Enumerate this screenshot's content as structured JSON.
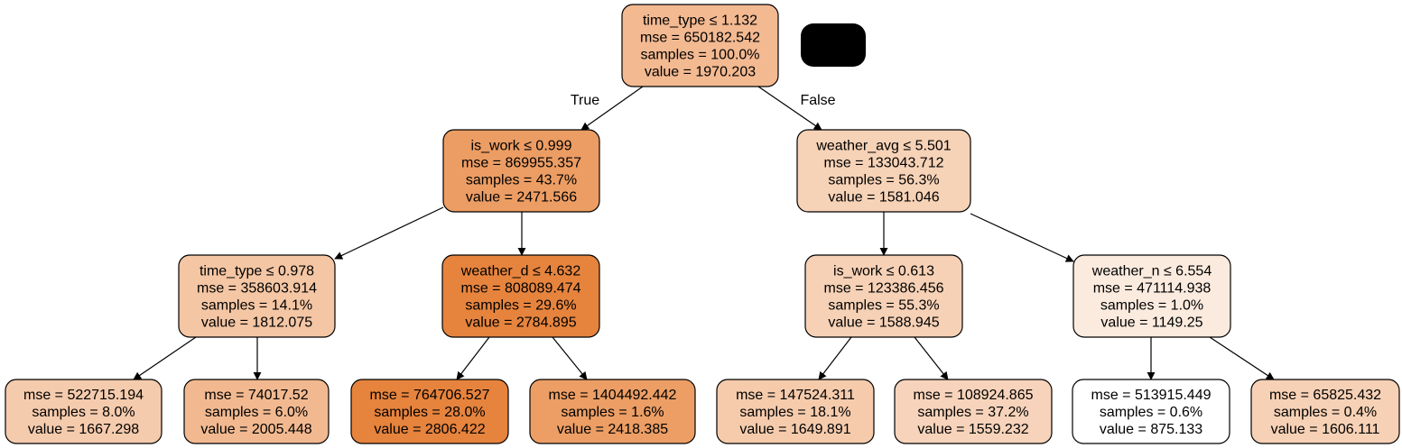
{
  "diagram": {
    "type": "decision-tree",
    "edge_labels": {
      "true_label": "True",
      "false_label": "False"
    },
    "nodes": [
      {
        "id": "n0",
        "fill": "#f3b991",
        "lines": [
          "time_type ≤ 1.132",
          "mse = 650182.542",
          "samples = 100.0%",
          "value = 1970.203"
        ]
      },
      {
        "id": "n1",
        "fill": "#ec9d63",
        "lines": [
          "is_work ≤ 0.999",
          "mse = 869955.357",
          "samples = 43.7%",
          "value = 2471.566"
        ]
      },
      {
        "id": "n2",
        "fill": "#f6d2b7",
        "lines": [
          "weather_avg ≤ 5.501",
          "mse = 133043.712",
          "samples = 56.3%",
          "value = 1581.046"
        ]
      },
      {
        "id": "n3",
        "fill": "#f4c6a4",
        "lines": [
          "time_type ≤ 0.978",
          "mse = 358603.914",
          "samples = 14.1%",
          "value = 1812.075"
        ]
      },
      {
        "id": "n4",
        "fill": "#e6843e",
        "lines": [
          "weather_d ≤ 4.632",
          "mse = 808089.474",
          "samples = 29.6%",
          "value = 2784.895"
        ]
      },
      {
        "id": "n5",
        "fill": "#f6d1b6",
        "lines": [
          "is_work ≤ 0.613",
          "mse = 123386.456",
          "samples = 55.3%",
          "value = 1588.945"
        ]
      },
      {
        "id": "n6",
        "fill": "#fbebdf",
        "lines": [
          "weather_n ≤ 6.554",
          "mse = 471114.938",
          "samples = 1.0%",
          "value = 1149.25"
        ]
      },
      {
        "id": "n7",
        "fill": "#f5cbad",
        "lines": [
          "mse = 522715.194",
          "samples = 8.0%",
          "value = 1667.298"
        ]
      },
      {
        "id": "n8",
        "fill": "#f2b990",
        "lines": [
          "mse = 74017.52",
          "samples = 6.0%",
          "value = 2005.448"
        ]
      },
      {
        "id": "n9",
        "fill": "#e6833d",
        "lines": [
          "mse = 764706.527",
          "samples = 28.0%",
          "value = 2806.422"
        ]
      },
      {
        "id": "n10",
        "fill": "#ec9e65",
        "lines": [
          "mse = 1404492.442",
          "samples = 1.6%",
          "value = 2418.385"
        ]
      },
      {
        "id": "n11",
        "fill": "#f5cbac",
        "lines": [
          "mse = 147524.311",
          "samples = 18.1%",
          "value = 1649.891"
        ]
      },
      {
        "id": "n12",
        "fill": "#f6d3ba",
        "lines": [
          "mse = 108924.865",
          "samples = 37.2%",
          "value = 1559.232"
        ]
      },
      {
        "id": "n13",
        "fill": "#ffffff",
        "lines": [
          "mse = 513915.449",
          "samples = 0.6%",
          "value = 875.133"
        ]
      },
      {
        "id": "n14",
        "fill": "#f6d1b5",
        "lines": [
          "mse = 65825.432",
          "samples = 0.4%",
          "value = 1606.111"
        ]
      }
    ],
    "edges": [
      {
        "from": "n0",
        "to": "n1",
        "label": "True"
      },
      {
        "from": "n0",
        "to": "n2",
        "label": "False"
      },
      {
        "from": "n1",
        "to": "n3"
      },
      {
        "from": "n1",
        "to": "n4"
      },
      {
        "from": "n2",
        "to": "n5"
      },
      {
        "from": "n2",
        "to": "n6"
      },
      {
        "from": "n3",
        "to": "n7"
      },
      {
        "from": "n3",
        "to": "n8"
      },
      {
        "from": "n4",
        "to": "n9"
      },
      {
        "from": "n4",
        "to": "n10"
      },
      {
        "from": "n5",
        "to": "n11"
      },
      {
        "from": "n5",
        "to": "n12"
      },
      {
        "from": "n6",
        "to": "n13"
      },
      {
        "from": "n6",
        "to": "n14"
      }
    ]
  }
}
